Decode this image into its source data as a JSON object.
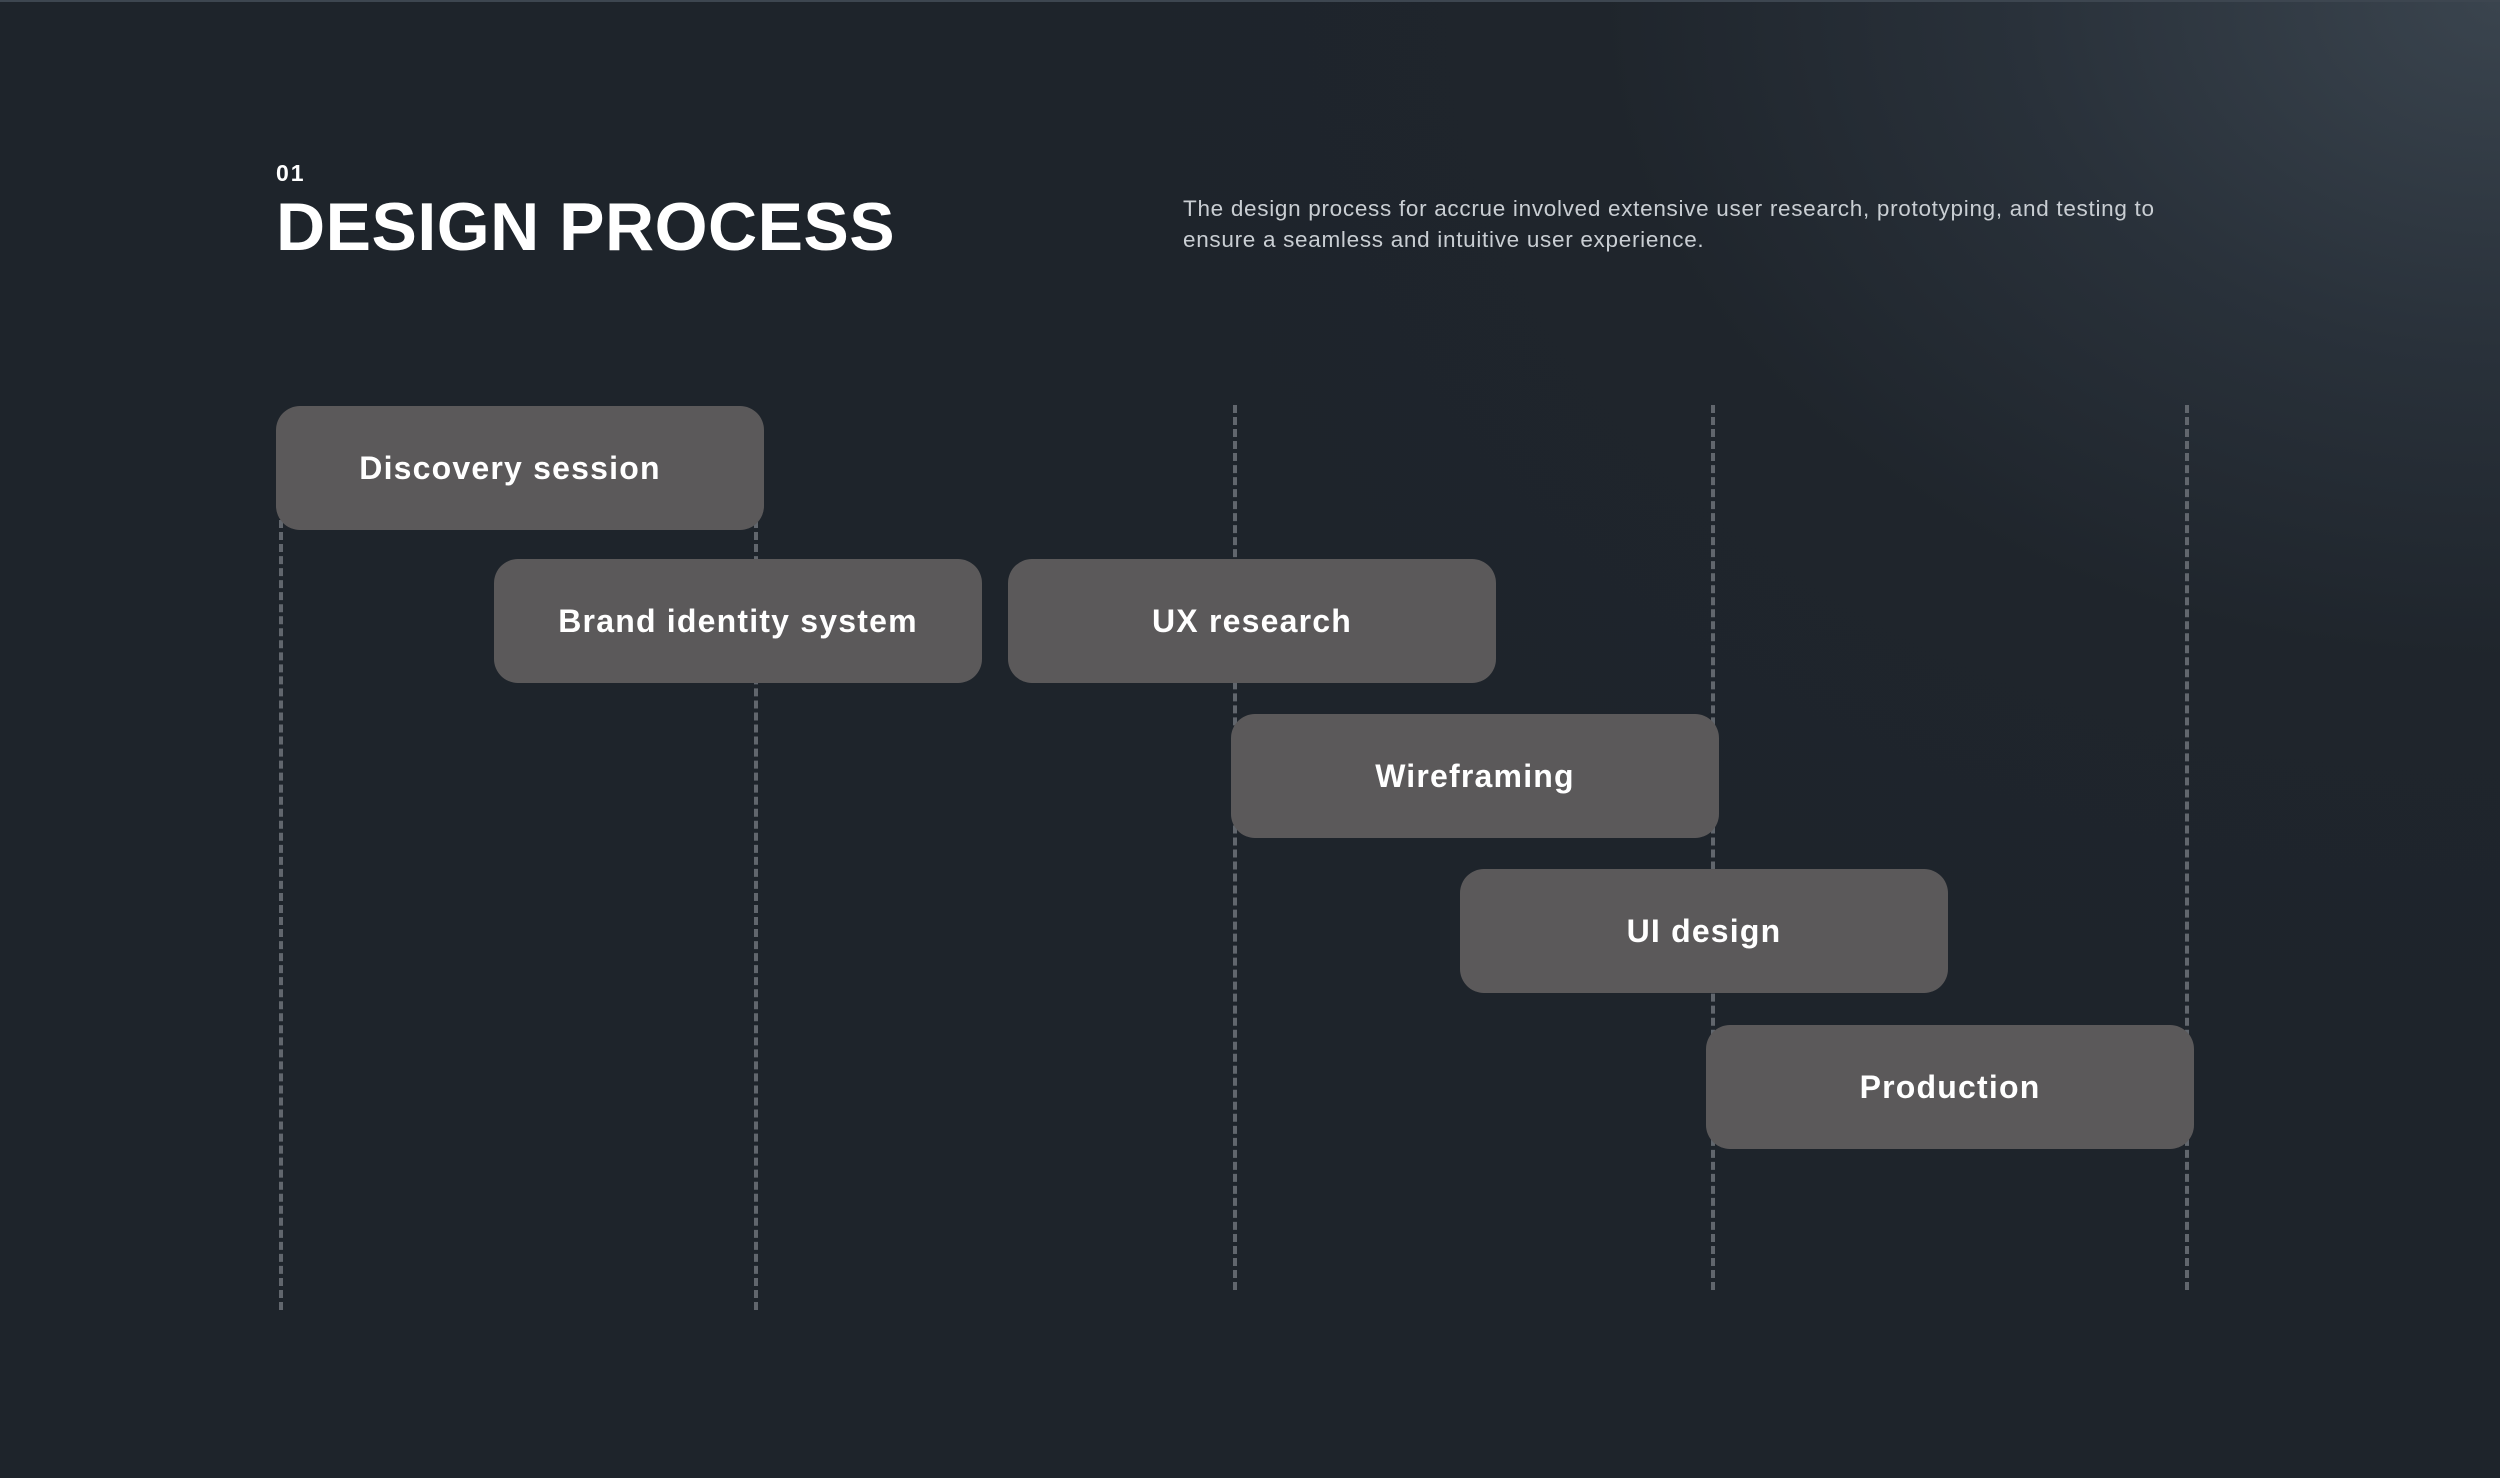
{
  "header": {
    "eyebrow": "01",
    "title": "DESIGN PROCESS",
    "description": "The design process for accrue involved extensive user research, prototyping, and testing to ensure a seamless and intuitive user experience."
  },
  "phases": [
    {
      "label": "Discovery session"
    },
    {
      "label": "Brand identity system"
    },
    {
      "label": "UX research"
    },
    {
      "label": "Wireframing"
    },
    {
      "label": "UI design"
    },
    {
      "label": "Production"
    }
  ],
  "colors": {
    "background": "#1f252c",
    "phase_fill": "#5b595a",
    "guide_line": "#61666d",
    "text": "#ffffff"
  }
}
